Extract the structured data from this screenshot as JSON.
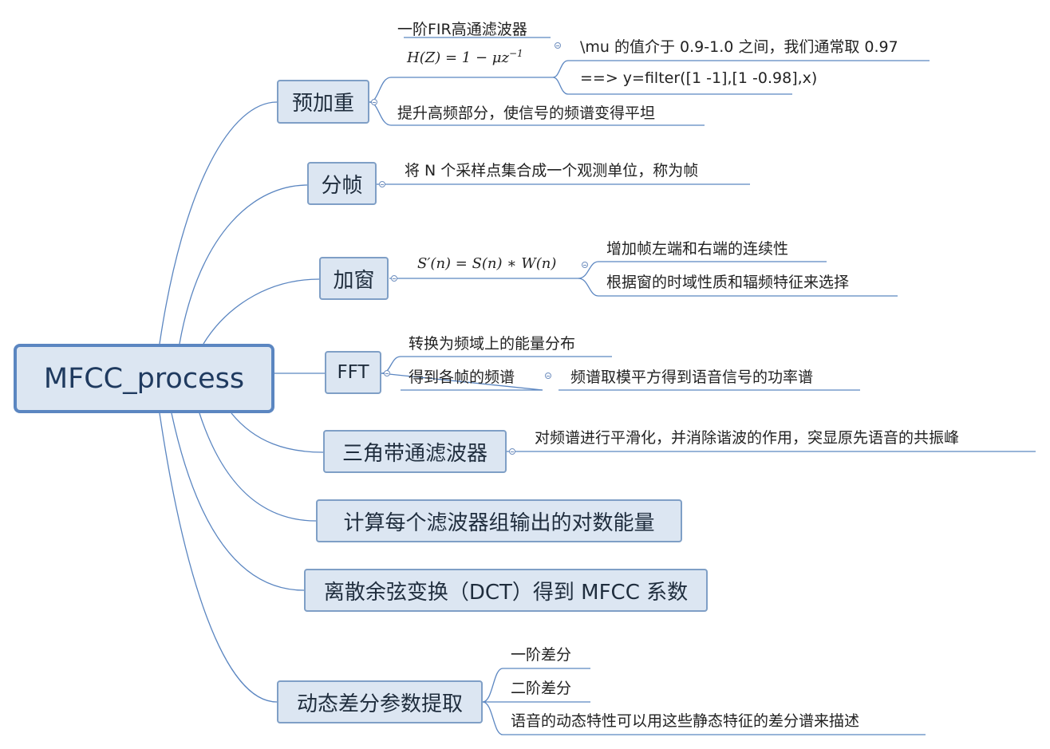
{
  "root": "MFCC_process",
  "branches": {
    "preemph": {
      "label": "预加重",
      "leaf_title": "一阶FIR高通滤波器",
      "formula_lhs": "H(Z) = 1 − μz",
      "formula_exp": "−1",
      "sub1": "\\mu 的值介于 0.9-1.0 之间，我们通常取 0.97",
      "sub2": "==> y=filter([1 -1],[1 -0.98],x)",
      "leaf2": "提升高频部分，使信号的频谱变得平坦"
    },
    "frame": {
      "label": "分帧",
      "leaf1": "将 N 个采样点集合成一个观测单位，称为帧"
    },
    "window": {
      "label": "加窗",
      "formula": "S′(n) = S(n) ∗ W(n)",
      "sub1": "增加帧左端和右端的连续性",
      "sub2": "根据窗的时域性质和辐频特征来选择"
    },
    "fft": {
      "label": "FFT",
      "leaf1": "转换为频域上的能量分布",
      "leaf2": "得到各帧的频谱",
      "sub1": "频谱取模平方得到语音信号的功率谱"
    },
    "triangle": {
      "label": "三角带通滤波器",
      "leaf1": "对频谱进行平滑化，并消除谐波的作用，突显原先语音的共振峰"
    },
    "logenergy": {
      "label": "计算每个滤波器组输出的对数能量"
    },
    "dct": {
      "label": "离散余弦变换（DCT）得到 MFCC 系数"
    },
    "delta": {
      "label": "动态差分参数提取",
      "leaf1": "一阶差分",
      "leaf2": "二阶差分",
      "leaf3": "语音的动态特性可以用这些静态特征的差分谱来描述"
    }
  },
  "colors": {
    "node_fill": "#dce6f2",
    "node_border": "#7f9fc6",
    "root_border": "#5b86c1",
    "line": "#5b86c1"
  }
}
